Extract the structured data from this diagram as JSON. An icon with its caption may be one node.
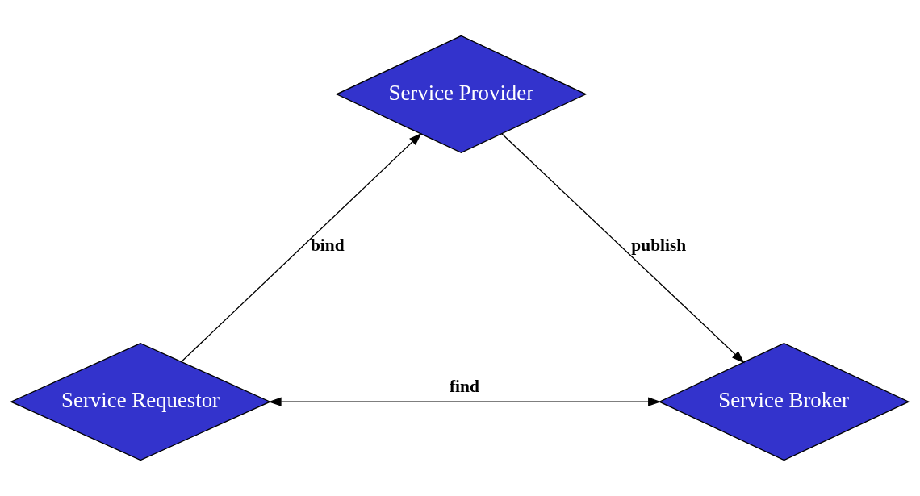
{
  "diagram": {
    "nodes": [
      {
        "text": [
          "Service Provider"
        ]
      },
      {
        "text": [
          "Service Requestor"
        ]
      },
      {
        "text": [
          "Service Broker"
        ]
      }
    ],
    "edges": [
      {
        "from": 1,
        "to": 0,
        "arrow": "to",
        "label": "bind"
      },
      {
        "from": 0,
        "to": 2,
        "arrow": "to",
        "label": "publish"
      },
      {
        "from": 1,
        "to": 2,
        "arrow": "both",
        "label": "find"
      }
    ]
  }
}
